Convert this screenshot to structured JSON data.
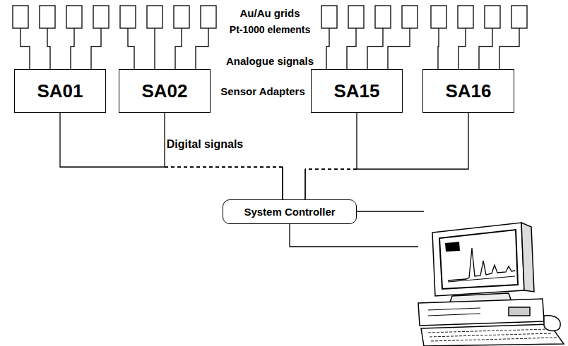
{
  "diagram": {
    "nodes": [
      {
        "text": [
          "SA01"
        ]
      },
      {
        "text": [
          "SA02"
        ]
      },
      {
        "text": [
          "SA15"
        ]
      },
      {
        "text": [
          "SA16"
        ]
      },
      {
        "text": [
          "System Controller"
        ]
      }
    ],
    "edges": [
      {
        "from": 0,
        "to": 4,
        "arrow": "none"
      },
      {
        "from": 1,
        "to": 4,
        "arrow": "none"
      },
      {
        "from": 2,
        "to": 4,
        "arrow": "none"
      },
      {
        "from": 3,
        "to": 4,
        "arrow": "none"
      }
    ],
    "labels": [
      "Au/Au grids",
      "Pt-1000 elements",
      "Analogue signals",
      "Sensor Adapters",
      "Digital signals"
    ]
  }
}
